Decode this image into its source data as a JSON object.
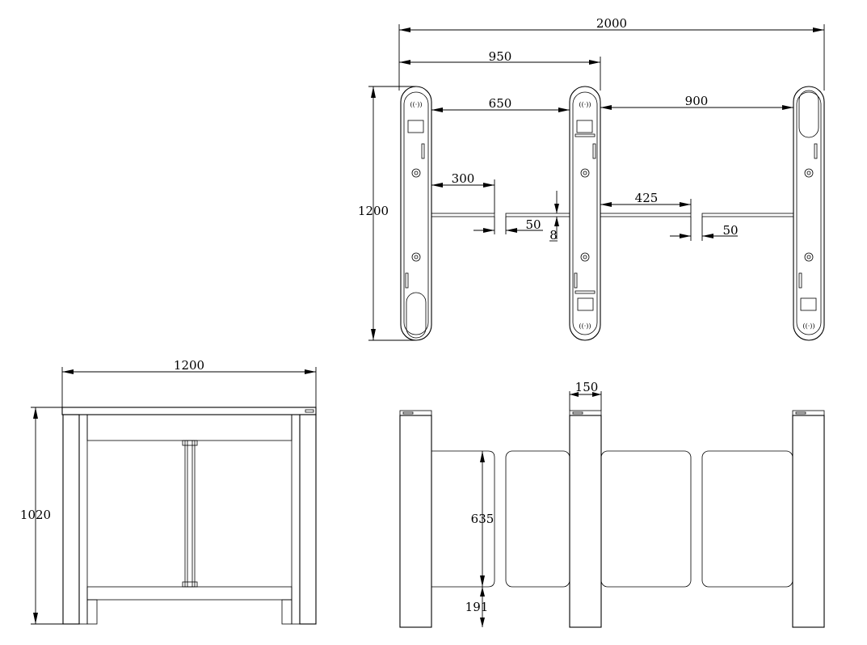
{
  "dimensions": {
    "top_view": {
      "overall_width": "2000",
      "center_spacing": "950",
      "lane_narrow": "650",
      "lane_wide": "900",
      "post_length": "1200",
      "wing_left": "300",
      "wing_right": "425",
      "gap_left": "50",
      "gap_right": "50",
      "thickness": "8"
    },
    "side_view": {
      "width": "1200",
      "height": "1020"
    },
    "front_view": {
      "post_width": "150",
      "glass_height": "635",
      "glass_bottom": "191"
    }
  },
  "icons": {
    "card_reader": "rfid-icon",
    "reader_symbol": "((·))"
  },
  "colors": {
    "line": "#000000",
    "background": "#ffffff"
  }
}
